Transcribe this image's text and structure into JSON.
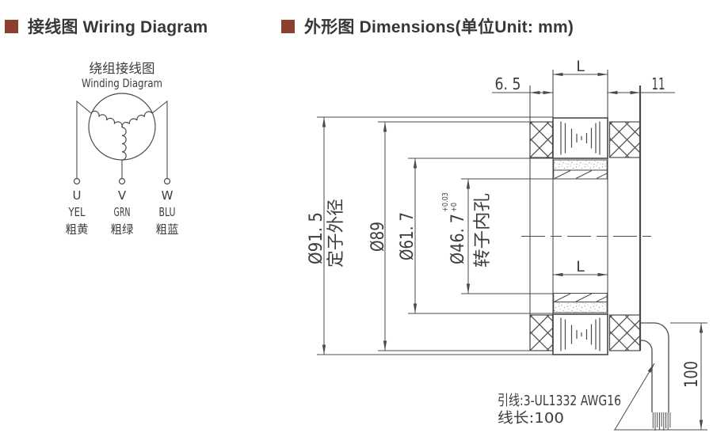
{
  "header": {
    "left_title": "接线图 Wiring Diagram",
    "right_title": "外形图 Dimensions(单位Unit: mm)",
    "accent_color": "#8c4130"
  },
  "winding": {
    "title_cn": "绕组接线图",
    "title_en": "Winding Diagram",
    "terminals": [
      {
        "id": "U",
        "code": "YEL",
        "cn": "粗黄"
      },
      {
        "id": "V",
        "code": "GRN",
        "cn": "粗绿"
      },
      {
        "id": "W",
        "code": "BLU",
        "cn": "粗蓝"
      }
    ]
  },
  "drawing": {
    "dim_stator_od": "Ø91. 5",
    "dim_stator_od_label": "定子外径",
    "dim_od2": "Ø89",
    "dim_bore": "Ø61. 7",
    "dim_rotor_bore": "Ø46. 7",
    "dim_rotor_bore_tol_up": "+0.03",
    "dim_rotor_bore_tol_dn": "+0",
    "dim_rotor_bore_label": "转子内孔",
    "dim_left_end": "6. 5",
    "dim_core_length": "L",
    "dim_right_end": "11",
    "dim_rotor_length": "L",
    "dim_lead_length": "100",
    "note_line1": "引线:3-UL1332 AWG16",
    "note_line2": "线长:100"
  }
}
